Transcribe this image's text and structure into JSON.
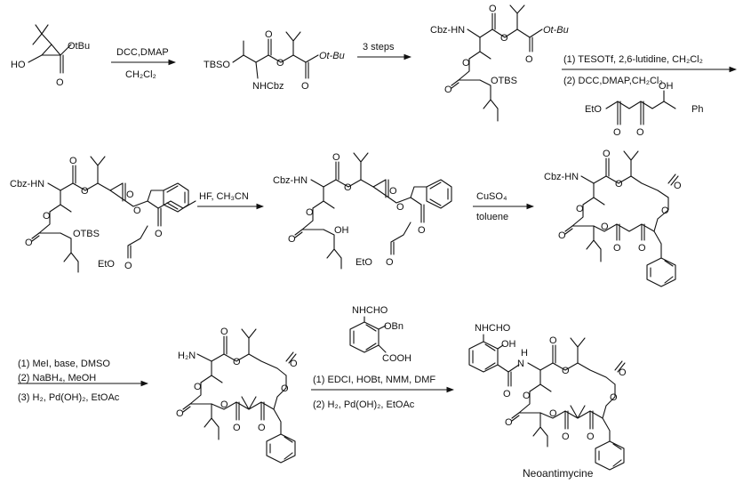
{
  "labels": {
    "sm_otbu": "OtBu",
    "sm_ho": "HO",
    "o": "O",
    "tbso": "TBSO",
    "nhcbz": "NHCbz",
    "otbu_italic": "Ot-Bu",
    "cbz_hn": "Cbz-HN",
    "otbs": "OTBS",
    "oh": "OH",
    "ph": "Ph",
    "eto": "EtO",
    "h2n": "H₂N",
    "nhcho": "NHCHO",
    "obn": "OBn",
    "cooh": "COOH",
    "n_h": "N",
    "h": "H",
    "neoantimycine": "Neoantimycine"
  },
  "reagents": {
    "r1_line1": "DCC,DMAP",
    "r1_line2": "CH₂Cl₂",
    "r2_line1": "3 steps",
    "r3_line1": "(1) TESOTf, 2,6-lutidine, CH₂Cl₂",
    "r3_line2": "(2) DCC,DMAP,CH₂Cl₂",
    "r4_line1": "HF, CH₃CN",
    "r5_line1": "CuSO₄",
    "r5_line2": "toluene",
    "r6_line1": "(1) MeI, base, DMSO",
    "r6_line2": "(2) NaBH₄, MeOH",
    "r6_line3": "(3) H₂, Pd(OH)₂, EtOAc",
    "r7_line1": "(1) EDCI, HOBt, NMM, DMF",
    "r7_line2": "(2) H₂, Pd(OH)₂, EtOAc"
  }
}
